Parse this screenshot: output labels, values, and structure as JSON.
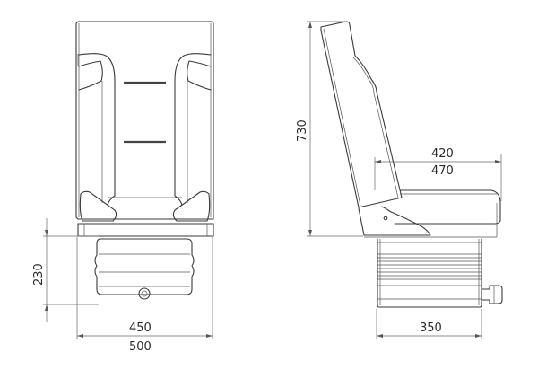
{
  "drawing": {
    "subject": "Suspension seat technical drawing",
    "views": [
      "front-view",
      "side-view"
    ],
    "line_color": "#3a3a3a",
    "background": "#ffffff"
  },
  "dimensions": {
    "front_base_height": "230",
    "front_inner_width": "450",
    "front_outer_width": "500",
    "side_total_height": "730",
    "side_seat_depth_inner": "420",
    "side_seat_depth_outer": "470",
    "side_base_depth": "350"
  },
  "units": "mm"
}
